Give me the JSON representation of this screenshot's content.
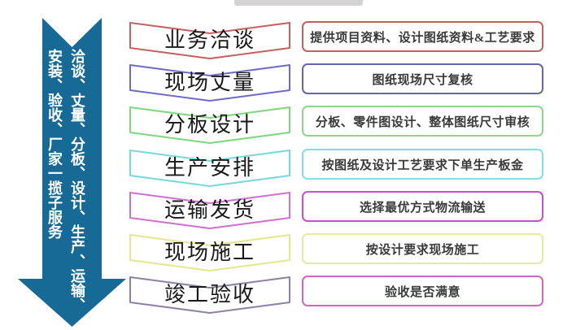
{
  "diagram": {
    "background": "#ffffff",
    "top_artifact_color": "#cccacb"
  },
  "arrow": {
    "color": "#176a96",
    "text_color": "#ffffff",
    "line1": "洽谈、丈量、分板、设计、生产、运输、",
    "line2": "安装、验收、厂家一揽子服务"
  },
  "steps": [
    {
      "label": "业务洽谈",
      "desc": "提供项目资料、设计图纸资料&工艺要求",
      "chevron_color": "#c4605d",
      "box_color": "#c4605d"
    },
    {
      "label": "现场丈量",
      "desc": "图纸现场尺寸复核",
      "chevron_color": "#6b6bc8",
      "box_color": "#6466ad"
    },
    {
      "label": "分板设计",
      "desc": "分板、零件图设计、整体图纸尺寸审核",
      "chevron_color": "#7bd87b",
      "box_color": "#8ad88a"
    },
    {
      "label": "生产安排",
      "desc": "按图纸及设计工艺要求下单生产板金",
      "chevron_color": "#76d8dc",
      "box_color": "#84dce4"
    },
    {
      "label": "运输发货",
      "desc": "选择最优方式物流输送",
      "chevron_color": "#d06fd0",
      "box_color": "#cc4ecc"
    },
    {
      "label": "现场施工",
      "desc": "按设计要求现场施工",
      "chevron_color": "#e6e68c",
      "box_color": "#eaea9a"
    },
    {
      "label": "竣工验收",
      "desc": "验收是否满意",
      "chevron_color": "#8d7fa6",
      "box_color": "#cc66cc"
    }
  ]
}
